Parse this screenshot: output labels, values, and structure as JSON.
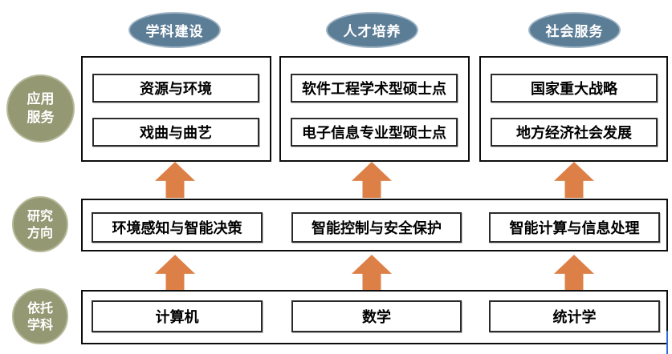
{
  "top_ovals": [
    {
      "label": "学科建设"
    },
    {
      "label": "人才培养"
    },
    {
      "label": "社会服务"
    }
  ],
  "side_circles": [
    {
      "line1": "应用",
      "line2": "服务"
    },
    {
      "line1": "研究",
      "line2": "方向"
    },
    {
      "line1": "依托",
      "line2": "学科"
    }
  ],
  "application_row": {
    "groups": [
      {
        "items": [
          "资源与环境",
          "戏曲与曲艺"
        ]
      },
      {
        "items": [
          "软件工程学术型硕士点",
          "电子信息专业型硕士点"
        ]
      },
      {
        "items": [
          "国家重大战略",
          "地方经济社会发展"
        ]
      }
    ]
  },
  "research_row": {
    "items": [
      "环境感知与智能决策",
      "智能控制与安全保护",
      "智能计算与信息处理"
    ]
  },
  "discipline_row": {
    "items": [
      "计算机",
      "数学",
      "统计学"
    ]
  },
  "colors": {
    "oval_fill": "#5C7D96",
    "oval_border": "#9FB4C4",
    "circle_fill": "#949873",
    "circle_border": "#B6B999",
    "arrow_fill": "#DD8047",
    "box_border": "#0d0d0d",
    "cursor_blue": "#2F6BDE"
  }
}
